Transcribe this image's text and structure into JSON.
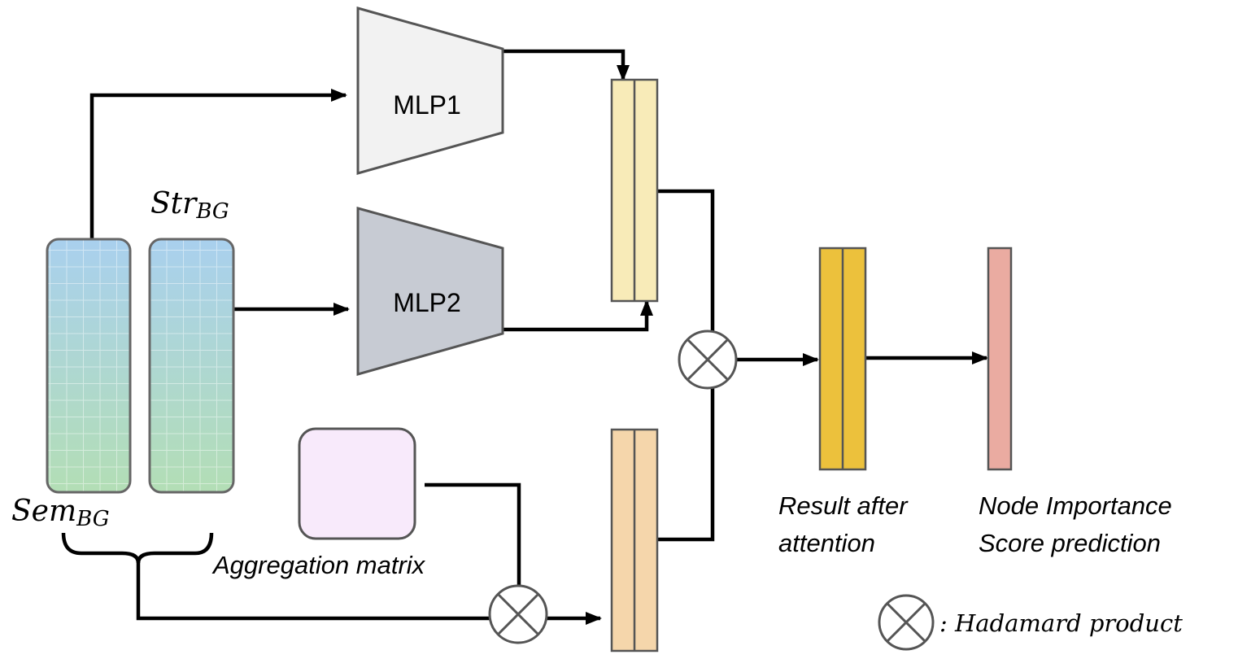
{
  "labels": {
    "mlp1": "MLP1",
    "mlp2": "MLP2",
    "str_main": "Str",
    "str_sub": "BG",
    "sem_main": "Sem",
    "sem_sub": "BG",
    "aggregation": "Aggregation matrix",
    "result_line1": "Result after",
    "result_line2": "attention",
    "node_line1": "Node Importance",
    "node_line2": "Score prediction",
    "legend": ": Hadamard product"
  },
  "colors": {
    "mlp1_fill": "#f2f2f2",
    "mlp2_fill": "#c7cbd3",
    "concat_top_fill": "#f8ebb8",
    "concat_bottom_fill": "#f5d6ab",
    "result_fill": "#ecc13c",
    "score_fill": "#eaaba1",
    "aggregation_fill": "#f8eafb",
    "matrix_top": "#a9d0ee",
    "matrix_bottom": "#b3deb5"
  },
  "icons": {
    "hadamard": "circled-times-icon"
  }
}
